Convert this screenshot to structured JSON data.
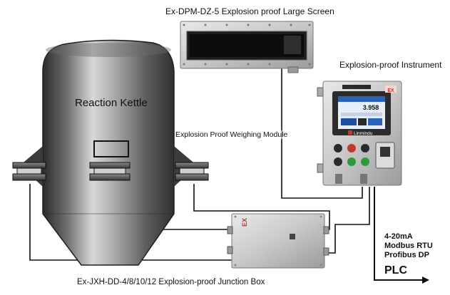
{
  "labels": {
    "large_screen": "Ex-DPM-DZ-5 Explosion proof Large Screen",
    "instrument": "Explosion-proof Instrument",
    "kettle": "Reaction  Kettle",
    "weighing_module": "Explosion Proof Weighing Module",
    "junction_box": "Ex-JXH-DD-4/8/10/12 Explosion-proof Junction Box",
    "signal_1": "4-20mA",
    "signal_2": "Modbus  RTU",
    "signal_3": "Profibus DP",
    "plc": "PLC"
  },
  "instrument_display": {
    "reading": "3.958",
    "brand": "Linmindu"
  },
  "ex_mark": "EX"
}
